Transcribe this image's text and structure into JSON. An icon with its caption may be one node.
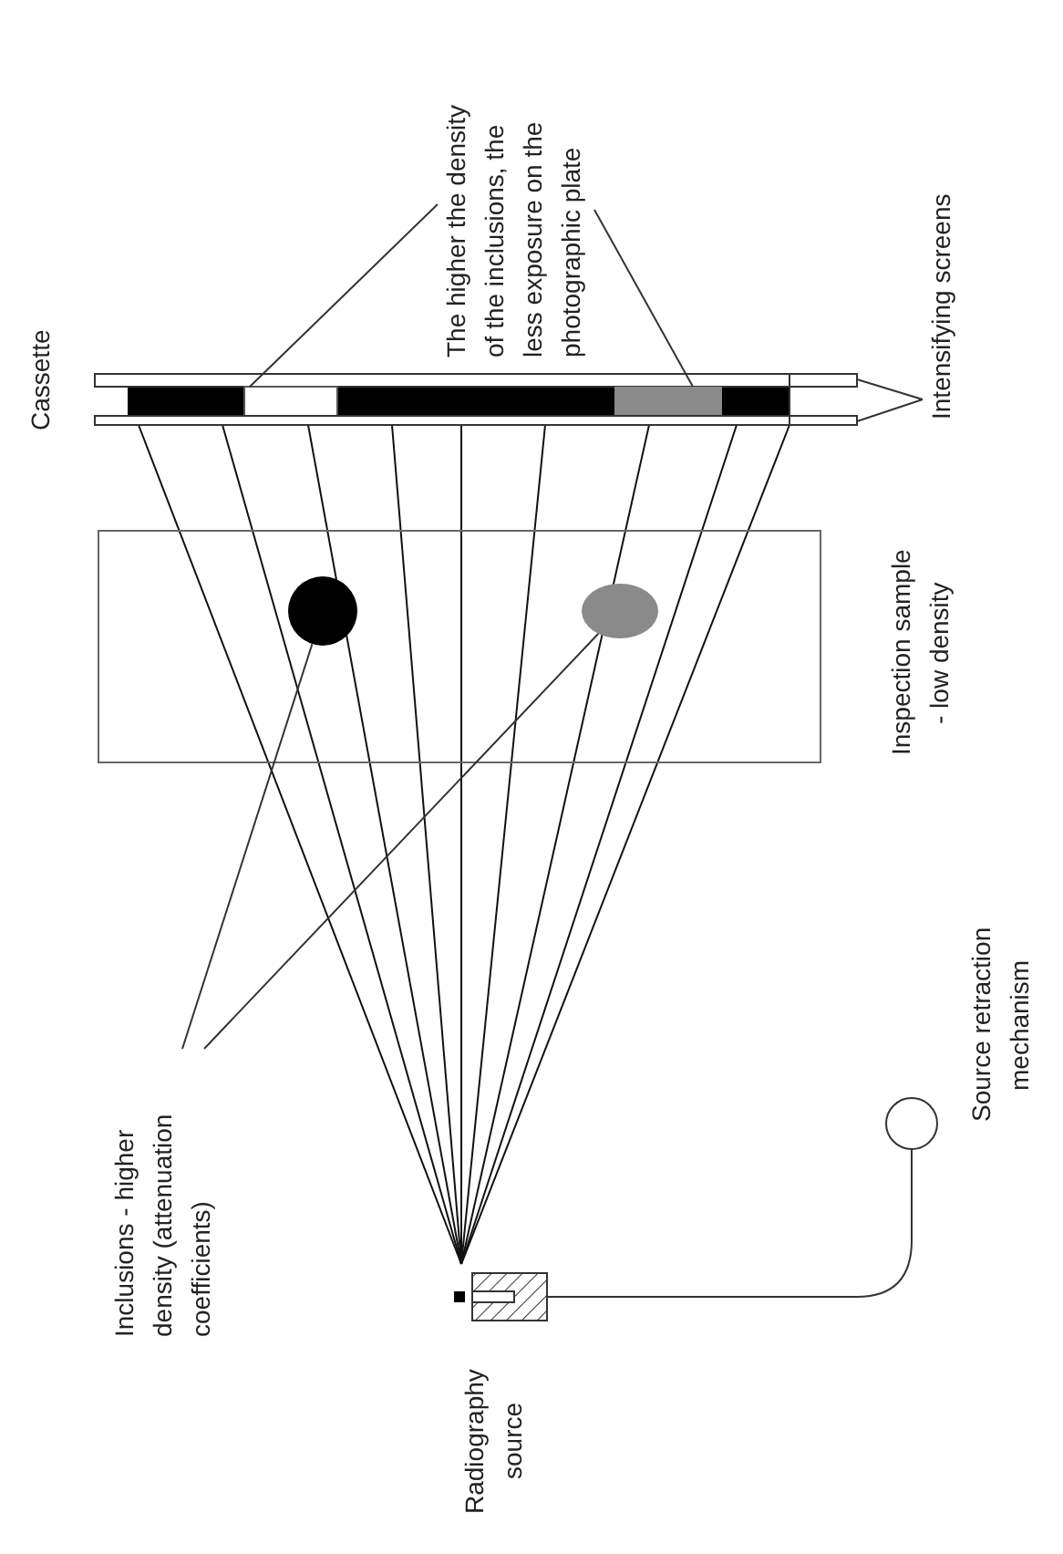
{
  "diagram": {
    "nodes": [
      {
        "text": [
          "The higher the density of the inclusions, the less exposure on the photographic plate"
        ]
      },
      {
        "text": [],
        "shape": "bar"
      },
      {
        "text": [],
        "shape": "bar"
      },
      {
        "text": [],
        "shape": "bar"
      },
      {
        "text": [],
        "shape": "bar"
      },
      {
        "text": [
          "Intensifying screens"
        ]
      },
      {
        "text": [],
        "shape": "box",
        "beside": [
          "Inspection sample - low density"
        ]
      },
      {
        "text": [],
        "shape": "circle",
        "in": 6
      },
      {
        "text": [],
        "shape": "ellipse",
        "in": 6
      },
      {
        "text": [
          "Inclusions - higher density (attenuation coefficients)"
        ]
      },
      {
        "text": [],
        "shape": "box",
        "beside": [
          "Radiography source"
        ]
      },
      {
        "text": [],
        "shape": "circle",
        "beside": [
          "Source retraction mechanism"
        ]
      }
    ],
    "edges": [
      {
        "from": 0,
        "to": 2,
        "arrow": "none"
      },
      {
        "from": 0,
        "to": 3,
        "arrow": "none"
      },
      {
        "from": 5,
        "to": 1,
        "arrow": "none"
      },
      {
        "from": 5,
        "to": 4,
        "arrow": "none"
      },
      {
        "from": 9,
        "to": 7,
        "arrow": "none"
      },
      {
        "from": 9,
        "to": 8,
        "arrow": "none"
      },
      {
        "from": 10,
        "to": 11,
        "arrow": "none"
      }
    ],
    "labels": [
      "Cassette"
    ]
  }
}
